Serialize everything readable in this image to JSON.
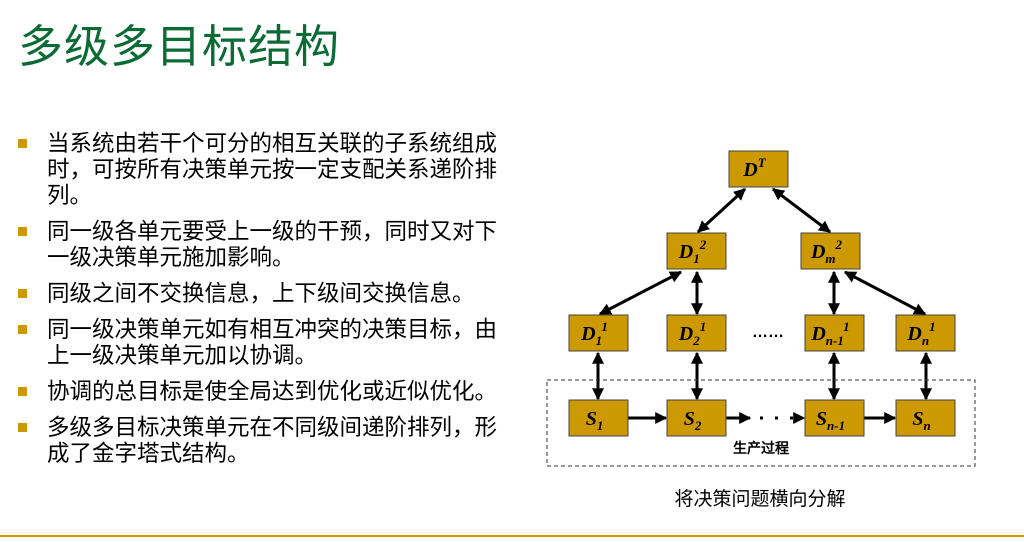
{
  "title": "多级多目标结构",
  "bullets": [
    "当系统由若干个可分的相互关联的子系统组成时，可按所有决策单元按一定支配关系递阶排列。",
    "同一级各单元要受上一级的干预，同时又对下一级决策单元施加影响。",
    "同级之间不交换信息，上下级间交换信息。",
    "同一级决策单元如有相互冲突的决策目标，由上一级决策单元加以协调。",
    "协调的总目标是使全局达到优化或近似优化。",
    "多级多目标决策单元在不同级间递阶排列，形成了金字塔式结构。"
  ],
  "diagram": {
    "top": {
      "base": "D",
      "sup": "T",
      "sub": ""
    },
    "level2": [
      {
        "base": "D",
        "sub": "1",
        "sup": "2"
      },
      {
        "base": "D",
        "sub": "m",
        "sup": "2"
      }
    ],
    "level1": [
      {
        "base": "D",
        "sub": "1",
        "sup": "1"
      },
      {
        "base": "D",
        "sub": "2",
        "sup": "1"
      },
      {
        "base": "D",
        "sub": "n-1",
        "sup": "1"
      },
      {
        "base": "D",
        "sub": "n",
        "sup": "1"
      }
    ],
    "ellipsis": "……",
    "process": [
      {
        "base": "S",
        "sub": "1"
      },
      {
        "base": "S",
        "sub": "2"
      },
      {
        "base": "S",
        "sub": "n-1"
      },
      {
        "base": "S",
        "sub": "n"
      }
    ],
    "process_label": "生产过程",
    "caption": "将决策问题横向分解"
  },
  "colors": {
    "title": "#0b6b35",
    "accent": "#cc9900",
    "box": "#cc9900"
  }
}
